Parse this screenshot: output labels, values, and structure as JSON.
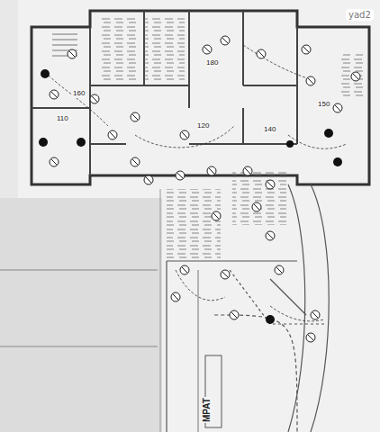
{
  "diagram": {
    "labels": [
      "yad2",
      "110",
      "160",
      "180",
      "150",
      "120",
      "140",
      "MPAT"
    ]
  }
}
